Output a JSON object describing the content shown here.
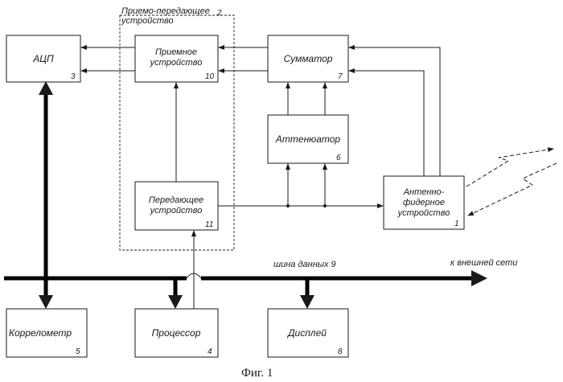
{
  "blocks": {
    "adc": {
      "label": "АЦП",
      "number": "3"
    },
    "transceiver": {
      "label_line1": "Приемо-передающее",
      "label_line2": "устройство",
      "number": "2"
    },
    "receiver": {
      "label_line1": "Приемное",
      "label_line2": "устройство",
      "number": "10"
    },
    "transmitter": {
      "label_line1": "Передающее",
      "label_line2": "устройство",
      "number": "11"
    },
    "adder": {
      "label": "Сумматор",
      "number": "7"
    },
    "attenuator": {
      "label": "Аттенюатор",
      "number": "6"
    },
    "antenna": {
      "label_line1": "Антенно-",
      "label_line2": "фидерное",
      "label_line3": "устройство",
      "number": "1"
    },
    "correlator": {
      "label": "Коррелометр",
      "number": "5"
    },
    "processor": {
      "label": "Процессор",
      "number": "4"
    },
    "display": {
      "label": "Дисплей",
      "number": "8"
    }
  },
  "bus": {
    "label": "шина данных 9",
    "external_label": "к внешней сети"
  },
  "caption": "Фиг. 1"
}
